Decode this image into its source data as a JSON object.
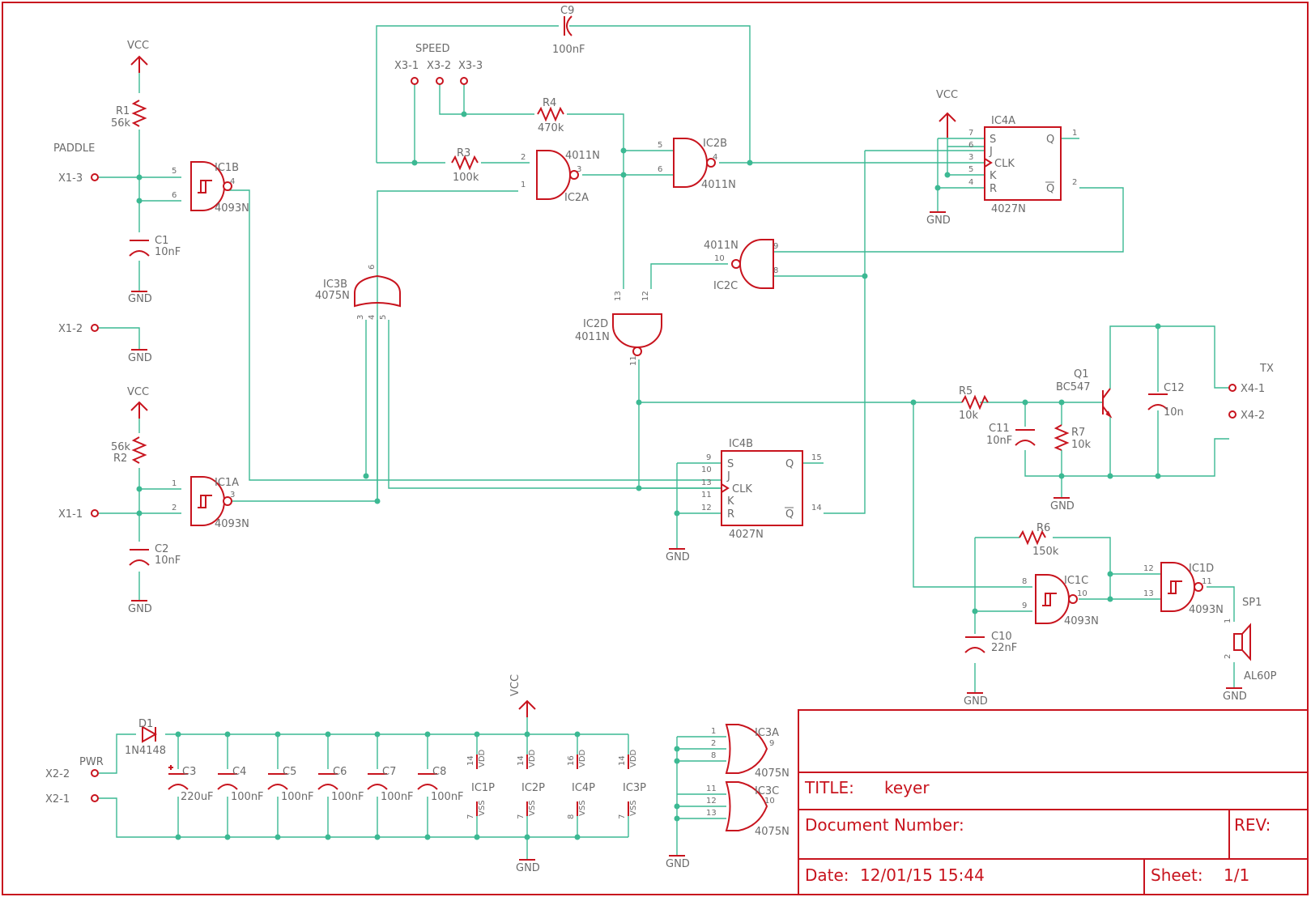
{
  "title_block": {
    "title_label": "TITLE:",
    "title_value": "keyer",
    "docnum_label": "Document Number:",
    "rev_label": "REV:",
    "date_label": "Date:",
    "date_value": "12/01/15 15:44",
    "sheet_label": "Sheet:",
    "sheet_value": "1/1"
  },
  "nets": {
    "vcc": "VCC",
    "gnd": "GND"
  },
  "connectors": {
    "paddle": "PADDLE",
    "x1_1": "X1-1",
    "x1_2": "X1-2",
    "x1_3": "X1-3",
    "speed": "SPEED",
    "x3_1": "X3-1",
    "x3_2": "X3-2",
    "x3_3": "X3-3",
    "tx": "TX",
    "x4_1": "X4-1",
    "x4_2": "X4-2",
    "pwr": "PWR",
    "x2_1": "X2-1",
    "x2_2": "X2-2"
  },
  "parts": {
    "r1": "R1",
    "r1_val": "56k",
    "r2": "R2",
    "r2_val": "56k",
    "r3": "R3",
    "r3_val": "100k",
    "r4": "R4",
    "r4_val": "470k",
    "r5": "R5",
    "r5_val": "10k",
    "r6": "R6",
    "r6_val": "150k",
    "r7": "R7",
    "r7_val": "10k",
    "c1": "C1",
    "c1_val": "10nF",
    "c2": "C2",
    "c2_val": "10nF",
    "c3": "C3",
    "c3_val": "220uF",
    "c4": "C4",
    "c4_val": "100nF",
    "c5": "C5",
    "c5_val": "100nF",
    "c6": "C6",
    "c6_val": "100nF",
    "c7": "C7",
    "c7_val": "100nF",
    "c8": "C8",
    "c8_val": "100nF",
    "c9": "C9",
    "c9_val": "100nF",
    "c10": "C10",
    "c10_val": "22nF",
    "c11": "C11",
    "c11_val": "10nF",
    "c12": "C12",
    "c12_val": "10n",
    "d1": "D1",
    "d1_val": "1N4148",
    "q1": "Q1",
    "q1_val": "BC547",
    "sp1": "SP1",
    "sp1_val": "AL60P",
    "ic1a": "IC1A",
    "ic1b": "IC1B",
    "ic1c": "IC1C",
    "ic1d": "IC1D",
    "ic1_val": "4093N",
    "ic2a": "IC2A",
    "ic2b": "IC2B",
    "ic2c": "IC2C",
    "ic2d": "IC2D",
    "ic2_val": "4011N",
    "ic3a": "IC3A",
    "ic3b": "IC3B",
    "ic3c": "IC3C",
    "ic3_val": "4075N",
    "ic4a": "IC4A",
    "ic4b": "IC4B",
    "ic4_val": "4027N",
    "ic1p": "IC1P",
    "ic2p": "IC2P",
    "ic3p": "IC3P",
    "ic4p": "IC4P",
    "vdd": "VDD",
    "vss": "VSS"
  },
  "ff_pins": {
    "s": "S",
    "j": "J",
    "clk": "CLK",
    "k": "K",
    "r": "R",
    "q": "Q",
    "qn": "Q"
  },
  "pin_numbers": {
    "p1": "1",
    "p2": "2",
    "p3": "3",
    "p4": "4",
    "p5": "5",
    "p6": "6",
    "p7": "7",
    "p8": "8",
    "p9": "9",
    "p10": "10",
    "p11": "11",
    "p12": "12",
    "p13": "13",
    "p14": "14",
    "p15": "15",
    "p16": "16"
  },
  "colors": {
    "wire": "#3cb993",
    "part": "#c8141e",
    "text": "#6b6b6b"
  }
}
